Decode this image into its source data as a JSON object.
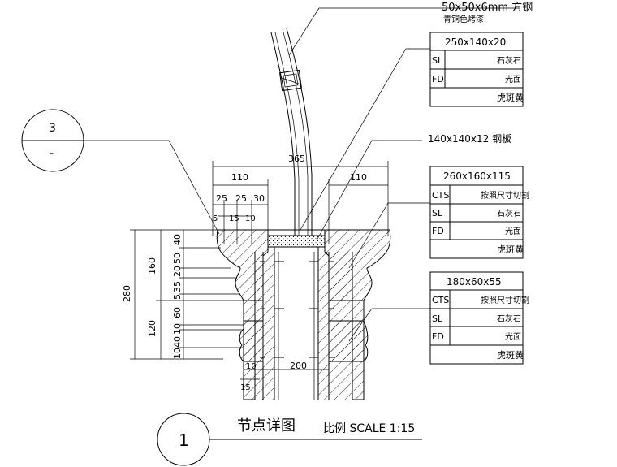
{
  "tube_note": {
    "size": "50x50x6mm 方钢",
    "finish": "青铜色烤漆"
  },
  "plate_note": "140x140x12 钢板",
  "callout_3": {
    "top": "3",
    "bottom": "-"
  },
  "callout_1": {
    "number": "1"
  },
  "title": {
    "main": "节点详图",
    "scale": "比例 SCALE 1:15"
  },
  "spec_tables": [
    {
      "header": "250x140x20",
      "rows": [
        {
          "code": "SL",
          "value": "石灰石"
        },
        {
          "code": "FD",
          "value": "光面"
        },
        {
          "code": "",
          "value": "虎斑黄"
        }
      ]
    },
    {
      "header": "260x160x115",
      "rows": [
        {
          "code": "CTS",
          "value": "按照尺寸切割"
        },
        {
          "code": "SL",
          "value": "石灰石"
        },
        {
          "code": "FD",
          "value": "光面"
        },
        {
          "code": "",
          "value": "虎斑黄"
        }
      ]
    },
    {
      "header": "180x60x55",
      "rows": [
        {
          "code": "CTS",
          "value": "按照尺寸切割"
        },
        {
          "code": "SL",
          "value": "石灰石"
        },
        {
          "code": "FD",
          "value": "光面"
        },
        {
          "code": "",
          "value": "虎斑黄"
        }
      ]
    }
  ],
  "dimensions": {
    "top_overall": "365",
    "top_left": "110",
    "top_right": "110",
    "top_sub": [
      "25",
      "25",
      "30"
    ],
    "top_small": [
      "5",
      "15",
      "10"
    ],
    "left_overall": "280",
    "left_upper": "160",
    "left_lower": "120",
    "left_chain": [
      "40",
      "50",
      "20",
      "35",
      "5",
      "60",
      "10",
      "40",
      "10"
    ],
    "bottom_width": "200",
    "bottom_small": [
      "10",
      "15"
    ]
  }
}
